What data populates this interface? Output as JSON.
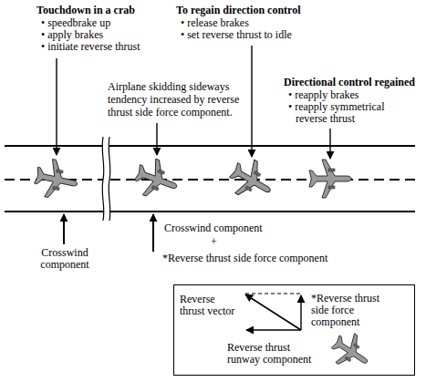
{
  "diagram": {
    "nodes": [
      {
        "text": [
          "Reverse thrust vector",
          "*Reverse thrust side force component",
          "Reverse thrust runway component"
        ]
      }
    ],
    "labels": [
      "Touchdown in a crab",
      "• speedbrake up",
      "• apply brakes",
      "• initiate reverse thrust",
      "To regain direction control",
      "• release brakes",
      "• set reverse thrust to idle",
      "Airplane skidding sideways tendency increased by reverse thrust side force component.",
      "Directional control regained",
      "• reapply brakes",
      "• reapply symmetrical reverse thrust",
      "Crosswind component",
      "Crosswind component",
      "+",
      "*Reverse thrust side force component"
    ]
  }
}
